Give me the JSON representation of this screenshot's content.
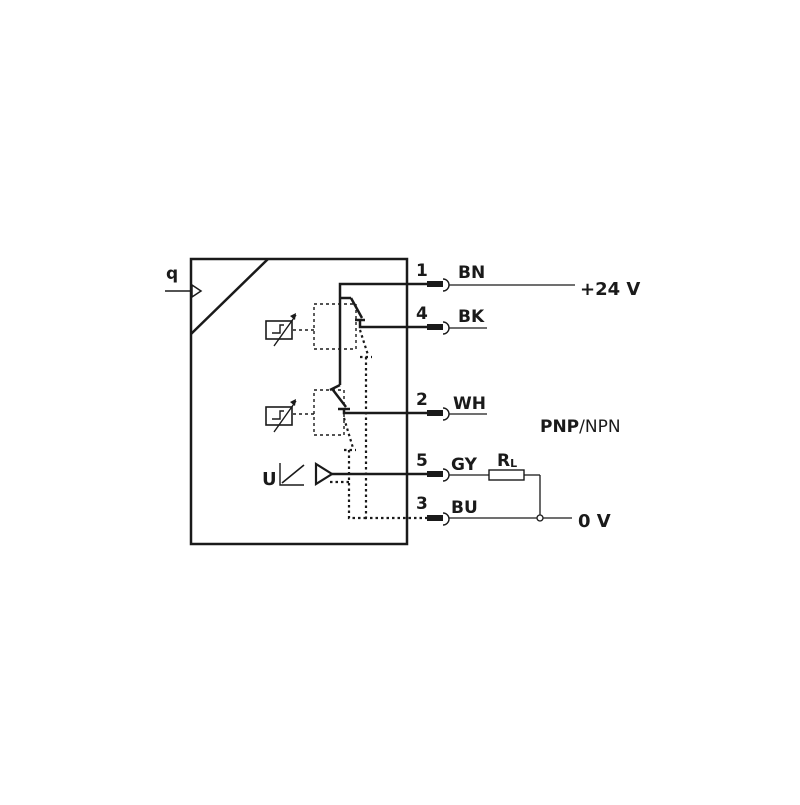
{
  "input": {
    "label": "q"
  },
  "pins": [
    {
      "number": "1",
      "color": "BN"
    },
    {
      "number": "4",
      "color": "BK"
    },
    {
      "number": "2",
      "color": "WH"
    },
    {
      "number": "5",
      "color": "GY"
    },
    {
      "number": "3",
      "color": "BU"
    }
  ],
  "supply": {
    "positive": "+24 V",
    "ground": "0 V"
  },
  "output_type": {
    "bold": "PNP",
    "separator": "/",
    "thin": "NPN"
  },
  "analog": {
    "label": "U"
  },
  "load": {
    "main": "R",
    "sub": "L"
  },
  "colors": {
    "stroke": "#1a1a1a",
    "background": "#ffffff"
  }
}
